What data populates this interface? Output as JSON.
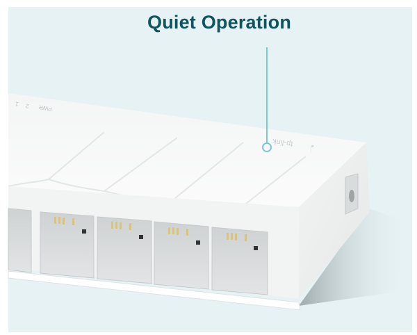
{
  "feature": {
    "title": "Quiet Operation"
  },
  "product": {
    "brand_mark": "tp-link",
    "brand_logo_icon": "tp-link-logo-icon",
    "device": "8-port desktop switch",
    "visible_ports": 5,
    "led_labels": [
      "1",
      "2",
      "PWR"
    ]
  },
  "colors": {
    "background": "#e6f2f4",
    "title": "#0f5560",
    "callout": "#7ec8d0",
    "device_body": "#f5f6f6"
  }
}
